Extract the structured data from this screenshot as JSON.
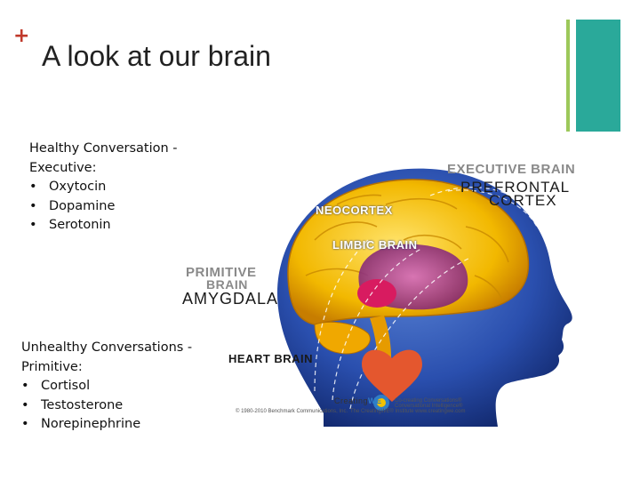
{
  "slide": {
    "plus_symbol": "+",
    "title": "A look at our brain"
  },
  "healthy": {
    "heading_line1": "Healthy Conversation -",
    "heading_line2": "Executive:",
    "items": [
      "Oxytocin",
      "Dopamine",
      "Serotonin"
    ]
  },
  "unhealthy": {
    "heading_line1": "Unhealthy Conversations -",
    "heading_line2": "Primitive:",
    "items": [
      "Cortisol",
      "Testosterone",
      "Norepinephrine"
    ]
  },
  "bullet_char": "•",
  "illustration": {
    "executive_brain": "EXECUTIVE BRAIN",
    "prefrontal": "PREFRONTAL",
    "cortex": "CORTEX",
    "neocortex": "NEOCORTEX",
    "limbic_brain": "LIMBIC BRAIN",
    "primitive": "PRIMITIVE",
    "brain": "BRAIN",
    "amygdala": "AMYGDALA",
    "heart_brain": "HEART BRAIN",
    "logo_text": "Creating",
    "logo_we": "WE",
    "copyright": "© 1980-2010 Benchmark Communications, Inc.",
    "institute": "The CreatingWE® Institute  www.creatingwe.com",
    "tagline_1": "Co-creating Conversations®",
    "tagline_2": "Conversational Intelligence®"
  },
  "colors": {
    "accent_red": "#c0392b",
    "accent_green": "#9cc85a",
    "accent_teal": "#2aa99a",
    "head_blue": "#1e3a8a",
    "brain_yellow": "#f2c200",
    "limbic_purple": "#a3358f",
    "amygdala_magenta": "#d81b60",
    "heart_orange": "#e4572e"
  }
}
